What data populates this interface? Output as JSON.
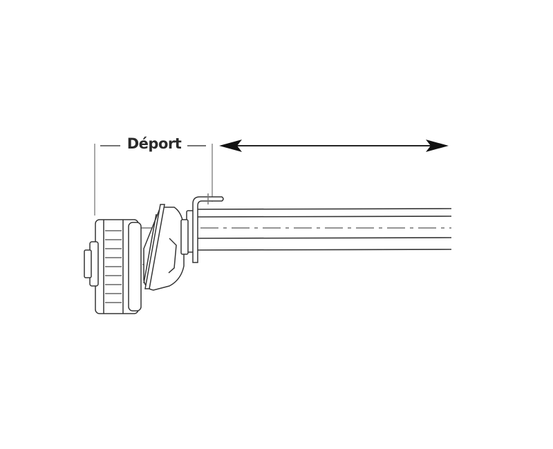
{
  "diagram": {
    "dimension_label": "Déport",
    "colors": {
      "line": "#333333",
      "dim_line": "#8a8a8a",
      "text": "#2a2a2a"
    },
    "parts": [
      "brake-drum",
      "hub-cap",
      "brake-housing",
      "mounting-bracket",
      "axle-tube",
      "centerline"
    ],
    "arrows": [
      "offset-dimension",
      "double-arrow-length"
    ]
  }
}
